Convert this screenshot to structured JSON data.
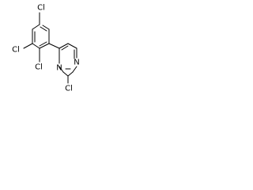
{
  "molecule": {
    "atom_labels": {
      "cl_top": "Cl",
      "cl_left": "Cl",
      "cl_ortho": "Cl",
      "n_upper": "N",
      "n_lower": "N",
      "cl_pyrimidine": "Cl"
    },
    "colors": {
      "bond": "#000000",
      "label": "#000000",
      "background": "#ffffff"
    }
  }
}
